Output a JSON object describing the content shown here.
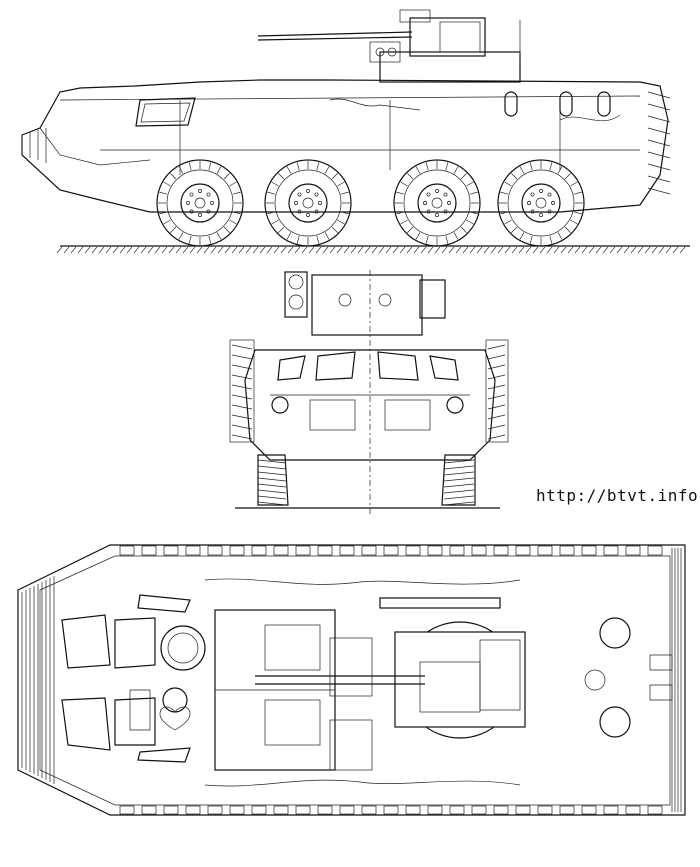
{
  "credit": {
    "text": "http://btvt.info"
  },
  "views": [
    {
      "id": "side",
      "name": "side view"
    },
    {
      "id": "front",
      "name": "front view"
    },
    {
      "id": "top",
      "name": "top view"
    }
  ],
  "side": {
    "wheel_count": 4
  },
  "colors": {
    "line": "#111111",
    "background": "#ffffff"
  }
}
